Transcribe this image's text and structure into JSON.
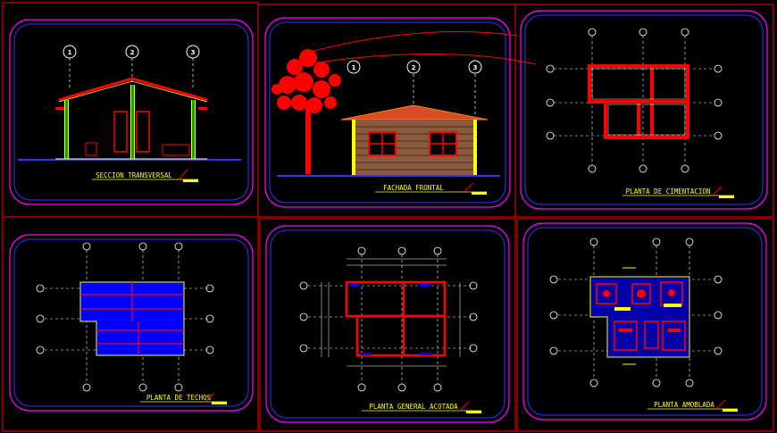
{
  "colors": {
    "background": "#000000",
    "frame": "#ff0000",
    "panel_outer": "#ff00ff",
    "panel_inner": "#3333ff",
    "wall": "#ff0000",
    "fill": "#0000ff",
    "label": "#ffff00",
    "axis": "#ffffff",
    "tree": "#ff0000",
    "ground": "#0000ff"
  },
  "sheets": [
    {
      "id": "seccion",
      "title": "SECCION TRANSVERSAL",
      "axes": [
        "1",
        "2",
        "3"
      ]
    },
    {
      "id": "fachada",
      "title": "FACHADA FRONTAL",
      "axes": [
        "1",
        "2",
        "3"
      ]
    },
    {
      "id": "cimentacion",
      "title": "PLANTA DE CIMENTACION"
    },
    {
      "id": "techos",
      "title": "PLANTA DE TECHOS"
    },
    {
      "id": "acotada",
      "title": "PLANTA GENERAL ACOTADA"
    },
    {
      "id": "amoblada",
      "title": "PLANTA AMOBLADA"
    }
  ]
}
